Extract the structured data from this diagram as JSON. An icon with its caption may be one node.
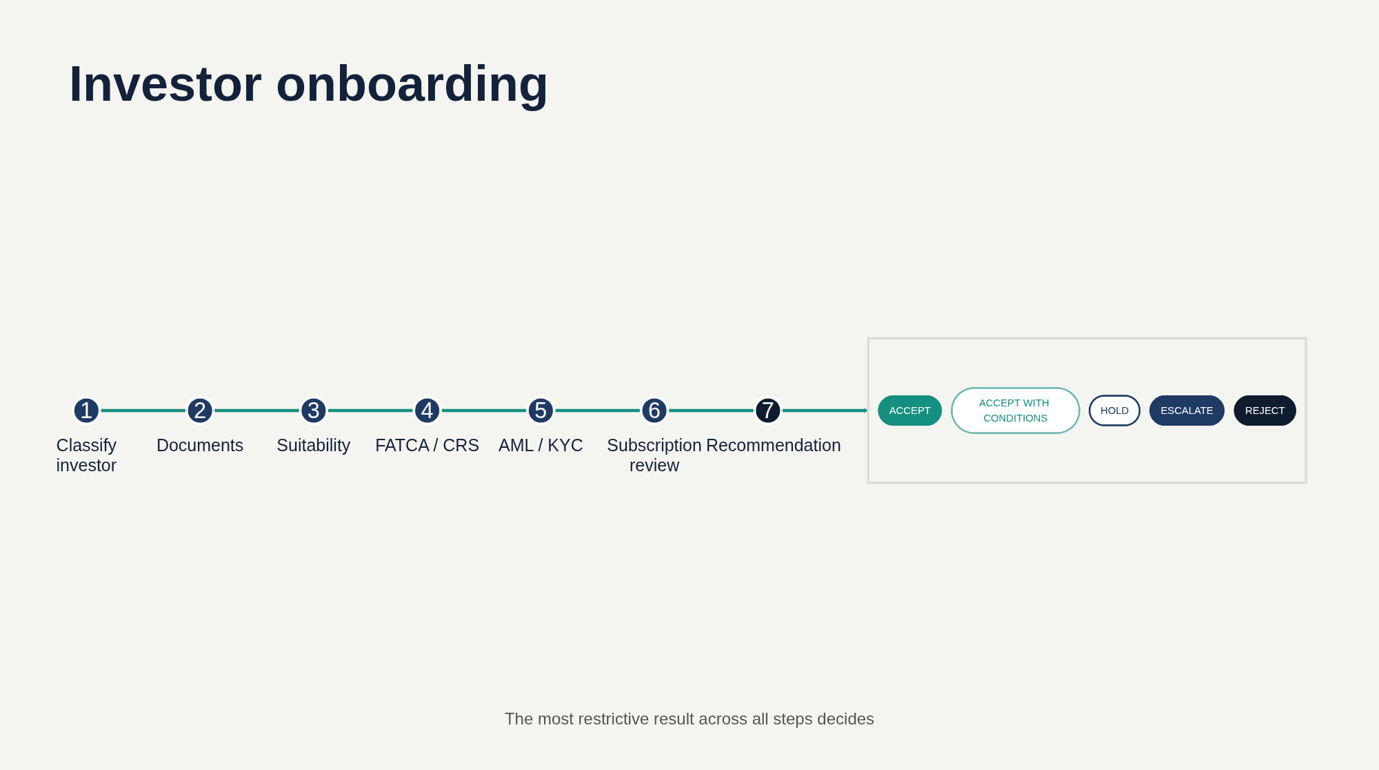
{
  "diagram": {
    "title": "Investor onboarding",
    "nodes": [
      {
        "text": [
          "1"
        ],
        "beside": [
          "Classify investor"
        ]
      },
      {
        "text": [
          "2"
        ],
        "beside": [
          "Documents"
        ]
      },
      {
        "text": [
          "3"
        ],
        "beside": [
          "Suitability"
        ]
      },
      {
        "text": [
          "4"
        ],
        "beside": [
          "FATCA / CRS"
        ]
      },
      {
        "text": [
          "5"
        ],
        "beside": [
          "AML / KYC"
        ]
      },
      {
        "text": [
          "6"
        ],
        "beside": [
          "Subscription review"
        ]
      },
      {
        "text": [
          "7"
        ],
        "beside": [
          "Recommendation"
        ]
      },
      {
        "text": [],
        "shape": "box"
      },
      {
        "text": [
          "ACCEPT"
        ],
        "in": 7
      },
      {
        "text": [
          "ACCEPT WITH CONDITIONS"
        ],
        "in": 7
      },
      {
        "text": [
          "HOLD"
        ],
        "in": 7
      },
      {
        "text": [
          "ESCALATE"
        ],
        "in": 7
      },
      {
        "text": [
          "REJECT"
        ],
        "in": 7
      }
    ],
    "edges": [
      {
        "from": 0,
        "to": 1,
        "arrow": "none"
      },
      {
        "from": 1,
        "to": 2,
        "arrow": "none"
      },
      {
        "from": 2,
        "to": 3,
        "arrow": "none"
      },
      {
        "from": 3,
        "to": 4,
        "arrow": "none"
      },
      {
        "from": 4,
        "to": 5,
        "arrow": "none"
      },
      {
        "from": 5,
        "to": 6,
        "arrow": "none"
      },
      {
        "from": 6,
        "to": 7,
        "arrow": "to"
      }
    ],
    "caption": "The most restrictive result across all steps decides"
  }
}
